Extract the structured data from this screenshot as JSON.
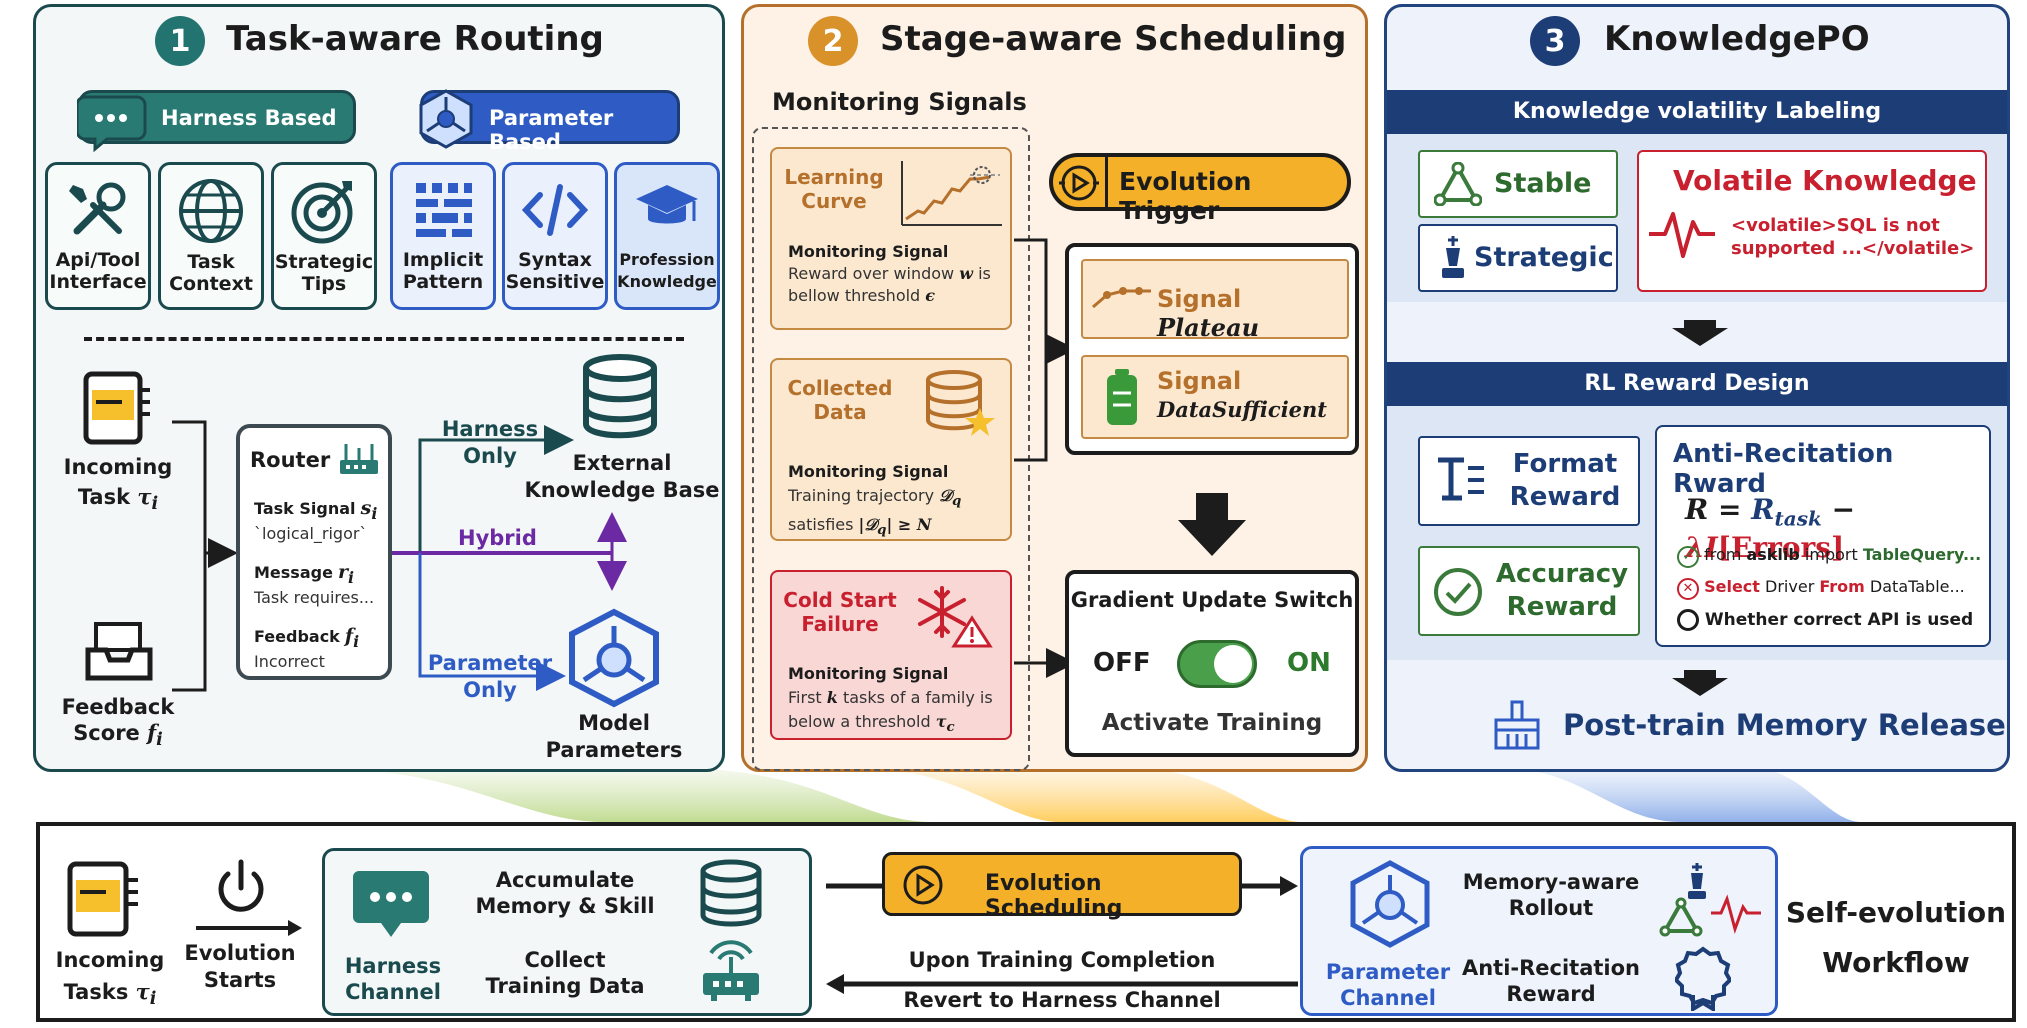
{
  "colors": {
    "routing_border": "#1a4a4e",
    "routing_bg": "#f3f7f7",
    "teal": "#2a7a74",
    "schedule_border": "#b5702b",
    "schedule_bg": "#fdf2e5",
    "orange": "#f0a63a",
    "kpo_border": "#22447e",
    "kpo_bg": "#eef2fa",
    "navy": "#1d3d77",
    "blue": "#2f5cc4",
    "purple": "#6b2aa3",
    "red": "#c8202e",
    "green": "#3a7a3a"
  },
  "panel1": {
    "number": "1",
    "title": "Task-aware Routing",
    "harness_badge": "Harness Based",
    "parameter_badge": "Parameter Based",
    "tiles": [
      {
        "icon": "tools-icon",
        "label1": "Api/Tool",
        "label2": "Interface"
      },
      {
        "icon": "globe-icon",
        "label1": "Task",
        "label2": "Context"
      },
      {
        "icon": "target-icon",
        "label1": "Strategic",
        "label2": "Tips"
      },
      {
        "icon": "pattern-icon",
        "label1": "Implicit",
        "label2": "Pattern"
      },
      {
        "icon": "code-icon",
        "label1": "Syntax",
        "label2": "Sensitive"
      },
      {
        "icon": "graduation-cap-icon",
        "label1": "Profession",
        "label2": "Knowledge"
      }
    ],
    "incoming_task": "Incoming",
    "incoming_task2": "Task",
    "feedback": "Feedback",
    "feedback2": "Score",
    "router": {
      "title": "Router",
      "task_signal": "Task Signal",
      "task_signal_value": "`logical_rigor`",
      "message": "Message",
      "message_value": "Task requires...",
      "feedback": "Feedback",
      "feedback_value": "Incorrect"
    },
    "harness_only1": "Harness",
    "harness_only2": "Only",
    "hybrid": "Hybrid",
    "parameter_only1": "Parameter",
    "parameter_only2": "Only",
    "ext_kb1": "External",
    "ext_kb2": "Knowledge Base",
    "model_params1": "Model",
    "model_params2": "Parameters"
  },
  "panel2": {
    "number": "2",
    "title": "Stage-aware Scheduling",
    "monitoring_title": "Monitoring Signals",
    "learning": {
      "title1": "Learning",
      "title2": "Curve",
      "sig": "Monitoring Signal",
      "line1": "Reward over window",
      "line1b": "is",
      "line2": "bellow threshold"
    },
    "collected": {
      "title1": "Collected",
      "title2": "Data",
      "sig": "Monitoring Signal",
      "line1": "Training trajectory",
      "line2": "satisfies"
    },
    "cold": {
      "title1": "Cold Start",
      "title2": "Failure",
      "sig": "Monitoring Signal",
      "line1a": "First",
      "line1b": "tasks of a family is",
      "line2": "below a threshold"
    },
    "trigger": "Evolution Trigger",
    "signal_plateau_a": "Signal",
    "signal_plateau_b": "Plateau",
    "signal_data_a": "Signal",
    "signal_data_b": "DataSufficient",
    "gradient_title": "Gradient Update Switch",
    "off": "OFF",
    "on": "ON",
    "activate": "Activate Training"
  },
  "panel3": {
    "number": "3",
    "title": "KnowledgePO",
    "volatility_header": "Knowledge volatility Labeling",
    "stable": "Stable",
    "strategic": "Strategic",
    "volatile_title": "Volatile Knowledge",
    "volatile_line1": "<volatile>SQL is not",
    "volatile_line2": "supported ...</volatile>",
    "rl_header": "RL Reward Design",
    "format1": "Format",
    "format2": "Reward",
    "accuracy1": "Accuracy",
    "accuracy2": "Reward",
    "anti_title": "Anti-Recitation Rward",
    "check1_a": "from",
    "check1_b": "asklib",
    "check1_c": "import",
    "check1_d": "TableQuery...",
    "check2_a": "Select",
    "check2_b": "Driver",
    "check2_c": "From",
    "check2_d": "DataTable...",
    "check3": "Whether correct API is used",
    "release": "Post-train Memory Release"
  },
  "workflow": {
    "incoming1": "Incoming",
    "incoming2": "Tasks",
    "evo_starts1": "Evolution",
    "evo_starts2": "Starts",
    "harness1": "Harness",
    "harness2": "Channel",
    "accumulate1": "Accumulate",
    "accumulate2": "Memory & Skill",
    "collect1": "Collect",
    "collect2": "Training Data",
    "scheduling": "Evolution Scheduling",
    "upon": "Upon Training Completion",
    "revert": "Revert to Harness Channel",
    "param1": "Parameter",
    "param2": "Channel",
    "memory1": "Memory-aware",
    "memory2": "Rollout",
    "anti1": "Anti-Recitation",
    "anti2": "Reward",
    "self1": "Self-evolution",
    "self2": "Workflow"
  }
}
